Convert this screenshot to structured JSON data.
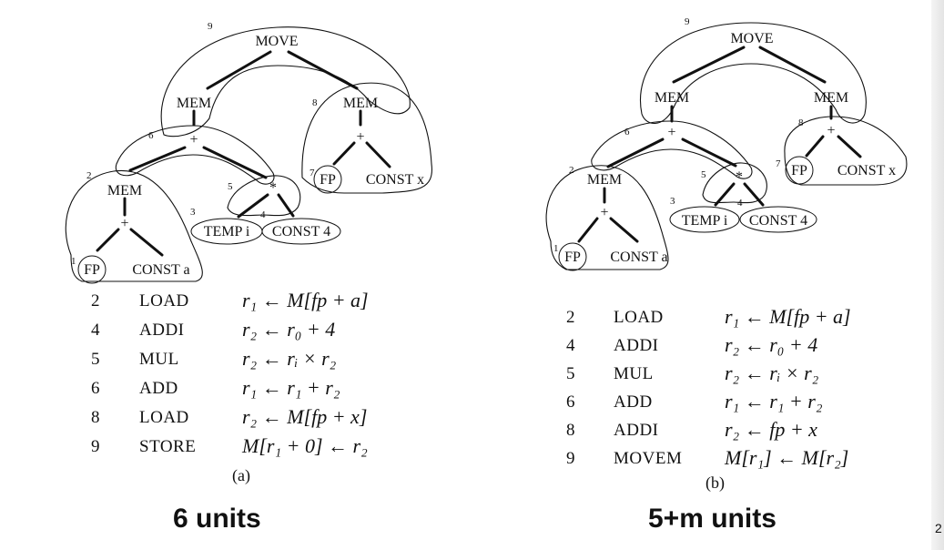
{
  "panel_a": {
    "labels": {
      "move": "MOVE",
      "mem_left": "MEM",
      "mem_right": "MEM",
      "plus_top": "+",
      "mem_low": "MEM",
      "plus_mem": "+",
      "fp_left": "FP",
      "const_a": "CONST a",
      "star": "*",
      "temp_i": "TEMP i",
      "const_4": "CONST 4",
      "plus_right": "+",
      "fp_right": "FP",
      "const_x": "CONST x"
    },
    "numbers": {
      "n1": "1",
      "n2": "2",
      "n3": "3",
      "n4": "4",
      "n5": "5",
      "n6": "6",
      "n7": "7",
      "n8": "8",
      "n9": "9"
    },
    "code": [
      {
        "num": "2",
        "op": "LOAD",
        "expr": "r₁ ← M[fp + a]"
      },
      {
        "num": "4",
        "op": "ADDI",
        "expr": "r₂ ← r₀ + 4"
      },
      {
        "num": "5",
        "op": "MUL",
        "expr": "r₂ ← rᵢ × r₂"
      },
      {
        "num": "6",
        "op": "ADD",
        "expr": "r₁ ← r₁ + r₂"
      },
      {
        "num": "8",
        "op": "LOAD",
        "expr": "r₂ ← M[fp + x]"
      },
      {
        "num": "9",
        "op": "STORE",
        "expr": "M[r₁ + 0] ← r₂"
      }
    ],
    "caption": "(a)",
    "cost": "6 units"
  },
  "panel_b": {
    "labels": {
      "move": "MOVE",
      "mem_left": "MEM",
      "mem_right": "MEM",
      "plus_top": "+",
      "mem_low": "MEM",
      "plus_mem": "+",
      "fp_left": "FP",
      "const_a": "CONST a",
      "star": "*",
      "temp_i": "TEMP i",
      "const_4": "CONST 4",
      "plus_right": "+",
      "fp_right": "FP",
      "const_x": "CONST x"
    },
    "numbers": {
      "n1": "1",
      "n2": "2",
      "n3": "3",
      "n4": "4",
      "n5": "5",
      "n6": "6",
      "n7": "7",
      "n8": "8",
      "n9": "9"
    },
    "code": [
      {
        "num": "2",
        "op": "LOAD",
        "expr": "r₁ ← M[fp + a]"
      },
      {
        "num": "4",
        "op": "ADDI",
        "expr": "r₂ ← r₀ + 4"
      },
      {
        "num": "5",
        "op": "MUL",
        "expr": "r₂ ← rᵢ × r₂"
      },
      {
        "num": "6",
        "op": "ADD",
        "expr": "r₁ ← r₁ + r₂"
      },
      {
        "num": "8",
        "op": "ADDI",
        "expr": "r₂ ← fp + x"
      },
      {
        "num": "9",
        "op": "MOVEM",
        "expr": "M[r₁] ← M[r₂]"
      }
    ],
    "caption": "(b)",
    "cost": "5+m units"
  },
  "page_number": "2"
}
